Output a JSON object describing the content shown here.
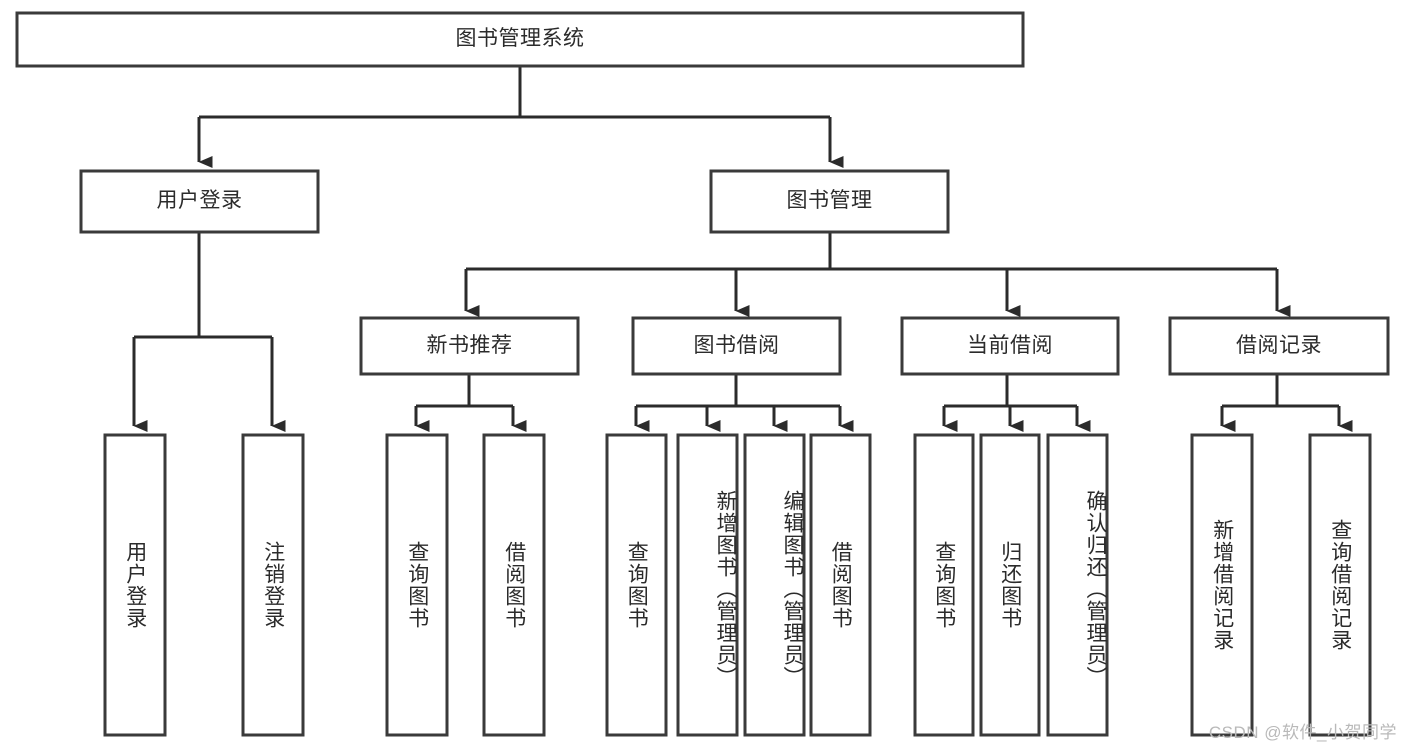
{
  "diagram": {
    "title": "图书管理系统",
    "type": "tree-hierarchy-chart",
    "colors": {
      "box_stroke": "#3a3a3a",
      "line": "#2b2b2b",
      "background": "#ffffff",
      "text": "#2b2b2b",
      "watermark": "#b9b9b9"
    },
    "root": {
      "label": "图书管理系统"
    },
    "level2": [
      {
        "label": "用户登录"
      },
      {
        "label": "图书管理"
      }
    ],
    "level3": [
      {
        "label": "新书推荐"
      },
      {
        "label": "图书借阅"
      },
      {
        "label": "当前借阅"
      },
      {
        "label": "借阅记录"
      }
    ],
    "leaves": {
      "user_login": [
        {
          "label": "用户登录"
        },
        {
          "label": "注销登录"
        }
      ],
      "new_book_recommend": [
        {
          "label": "查询图书"
        },
        {
          "label": "借阅图书"
        }
      ],
      "book_borrow": [
        {
          "label": "查询图书"
        },
        {
          "label": "新增图书（管理员）"
        },
        {
          "label": "编辑图书（管理员）"
        },
        {
          "label": "借阅图书"
        }
      ],
      "current_borrow": [
        {
          "label": "查询图书"
        },
        {
          "label": "归还图书"
        },
        {
          "label": "确认归还（管理员）"
        }
      ],
      "borrow_record": [
        {
          "label": "新增借阅记录"
        },
        {
          "label": "查询借阅记录"
        }
      ]
    }
  },
  "watermark": {
    "text": "CSDN @软件_小贺同学"
  }
}
